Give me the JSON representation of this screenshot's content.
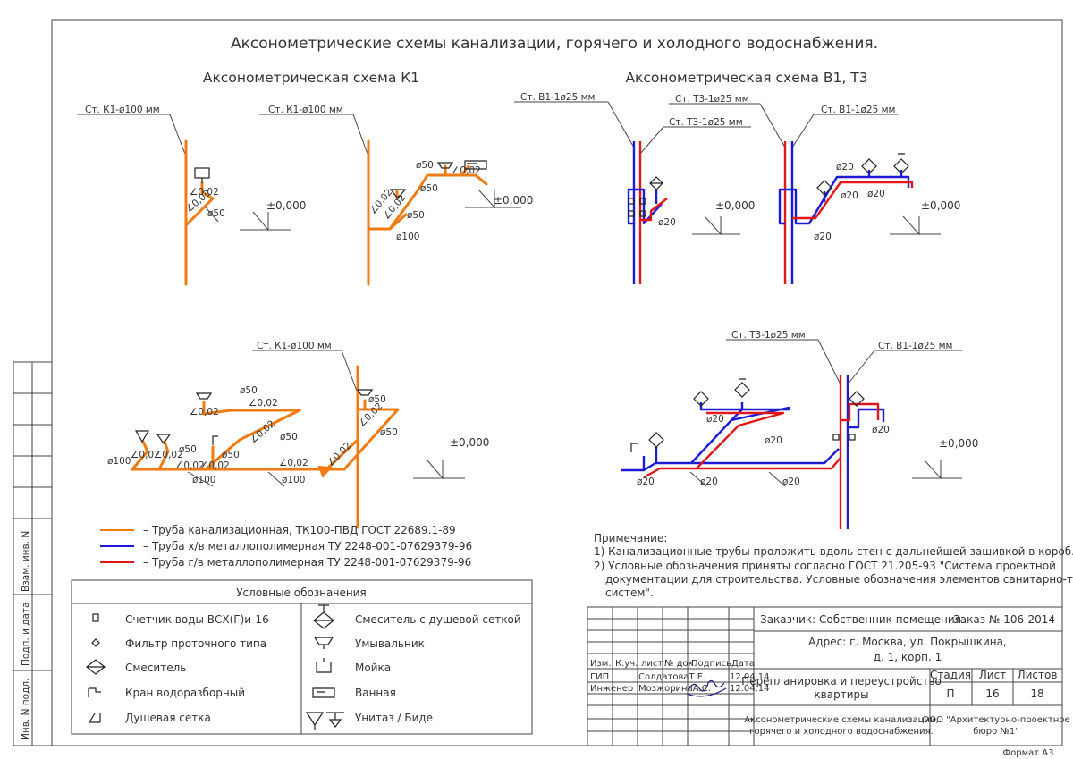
{
  "title": "Аксонометрические схемы канализации, горячего и холодного водоснабжения.",
  "schemes": {
    "k1_title": "Аксонометрическая схема К1",
    "b1t3_title": "Аксонометрическая схема В1, Т3"
  },
  "labels": {
    "riser_k1": "Ст. К1-ø100 мм",
    "riser_b1": "Ст. В1-1ø25 мм",
    "riser_t3": "Ст. Т3-1ø25 мм",
    "level": "±0,000",
    "d50": "ø50",
    "d100": "ø100",
    "d20": "ø20",
    "slope": "∠0,02"
  },
  "pipe_legend": [
    {
      "text": "– Труба канализационная, ТК100-ПВД ГОСТ 22689.1-89",
      "color": "#f07c11"
    },
    {
      "text": "– Труба х/в металлополимерная ТУ 2248-001-07629379-96",
      "color": "#1a1ad8"
    },
    {
      "text": "– Труба г/в металлополимерная ТУ 2248-001-07629379-96",
      "color": "#e01818"
    }
  ],
  "notes": {
    "heading": "Примечание:",
    "line1": "1) Канализационные трубы проложить вдоль стен с дальнейшей зашивкой в короб.",
    "line2": "2) Условные обозначения приняты согласно ГОСТ 21.205-93 \"Система проектной",
    "line3": "документации для строительства. Условные обозначения элементов санитарно-технических",
    "line4": "систем\"."
  },
  "symbols_legend": {
    "title": "Условные обозначения",
    "items": [
      {
        "icon": "water-meter-icon",
        "text": "Счетчик воды ВСХ(Г)и-16"
      },
      {
        "icon": "filter-icon",
        "text": "Фильтр проточного типа"
      },
      {
        "icon": "mixer-icon",
        "text": "Смеситель"
      },
      {
        "icon": "tap-icon",
        "text": "Кран водоразборный"
      },
      {
        "icon": "shower-head-icon",
        "text": "Душевая сетка"
      },
      {
        "icon": "shower-mixer-icon",
        "text": "Смеситель с душевой сеткой"
      },
      {
        "icon": "washbasin-icon",
        "text": "Умывальник"
      },
      {
        "icon": "sink-icon",
        "text": "Мойка"
      },
      {
        "icon": "bathtub-icon",
        "text": "Ванная"
      },
      {
        "icon": "toilet-bidet-icon",
        "text": "Унитаз / Биде"
      }
    ]
  },
  "stamp": {
    "customer": "Заказчик: Собственник помещения",
    "order": "Заказ № 106-2014",
    "address1": "Адрес: г. Москва, ул. Покрышкина,",
    "address2": "д. 1, корп. 1",
    "headers": [
      "Изм.",
      "К.уч.",
      "лист",
      "№ док.",
      "Подпись",
      "Дата"
    ],
    "rows": [
      {
        "role": "ГИП",
        "name": "СолдатоваТ.Е.",
        "date": "12.04.14"
      },
      {
        "role": "Инженер",
        "name": "МозжоринаА.С.",
        "date": "12.04.14"
      }
    ],
    "project": "Перепланировка и переустройство квартиры",
    "project_l1": "Перепланировка и переустройство",
    "project_l2": "квартиры",
    "stage_h": "Стадия",
    "sheet_h": "Лист",
    "sheets_h": "Листов",
    "stage": "П",
    "sheet": "16",
    "sheets": "18",
    "drawing_l1": "Аксонометрические схемы канализации,",
    "drawing_l2": "горячего и холодного водоснабжения.",
    "org_l1": "ООО \"Архитектурно-проектное",
    "org_l2": "бюро №1\"",
    "format": "Формат А3"
  },
  "side_stamp": [
    "Взам. инв. N",
    "Подп. и дата",
    "Инв. N подл."
  ]
}
